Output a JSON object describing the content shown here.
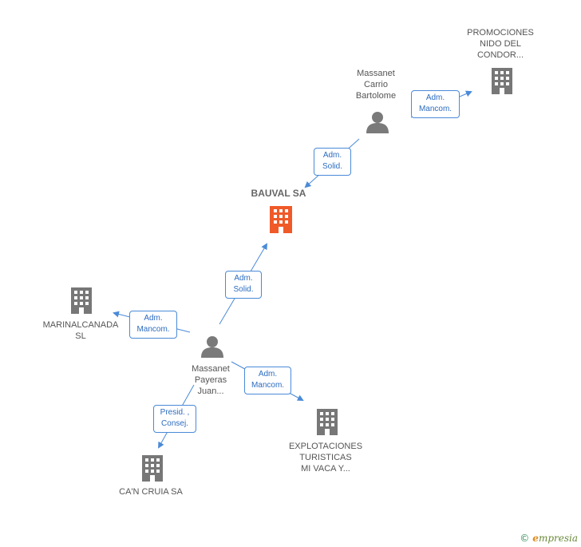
{
  "diagram": {
    "center": {
      "name": "BAUVAL SA"
    },
    "nodes": {
      "promociones": {
        "label": "PROMOCIONES\nNIDO DEL\nCONDOR..."
      },
      "massanet_carrio": {
        "label": "Massanet\nCarrio\nBartolome"
      },
      "marinalcanada": {
        "label": "MARINALCANADA\nSL"
      },
      "massanet_payeras": {
        "label": "Massanet\nPayeras\nJuan..."
      },
      "explotaciones": {
        "label": "EXPLOTACIONES\nTURISTICAS\nMI VACA Y..."
      },
      "cancruia": {
        "label": "CA'N CRUIA SA"
      }
    },
    "edges": {
      "carrio_to_promociones": "Adm.\nMancom.",
      "carrio_to_bauval": "Adm.\nSolid.",
      "payeras_to_bauval": "Adm.\nSolid.",
      "payeras_to_marinalcanada": "Adm.\nMancom.",
      "payeras_to_explotaciones": "Adm.\nMancom.",
      "payeras_to_cancruia": "Presid. ,\nConsej."
    }
  },
  "colors": {
    "edge": "#4a8ad8",
    "company_icon": "#777777",
    "center_icon": "#f05a28",
    "person_icon": "#7a7a7a"
  },
  "footer": {
    "copyright": "©",
    "brand_initial": "e",
    "brand_rest": "mpresia"
  }
}
